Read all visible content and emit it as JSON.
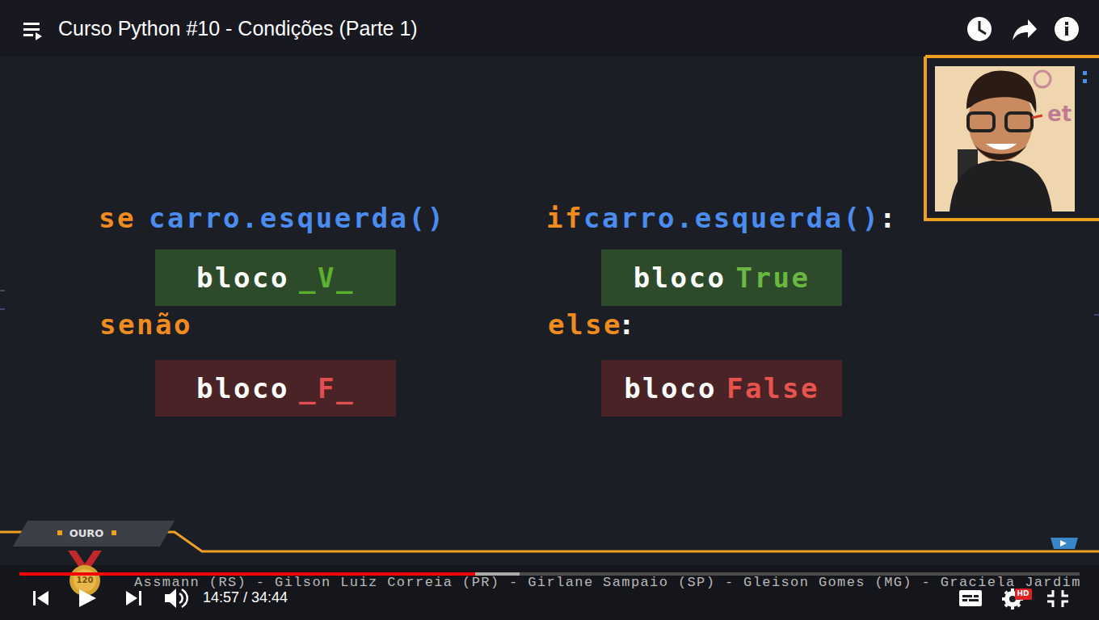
{
  "diagram": {
    "title": "Curso Python #10 - Condições (Parte 1)",
    "nodes": [
      {
        "text": [
          "bloco",
          "_V_"
        ]
      },
      {
        "text": [
          "bloco",
          "_F_"
        ]
      },
      {
        "text": [
          "bloco",
          "True"
        ]
      },
      {
        "text": [
          "bloco",
          "False"
        ]
      }
    ],
    "labels": [
      "se",
      "carro.esquerda()",
      "senão",
      "if",
      "carro.esquerda()",
      ":",
      "else",
      ":",
      "OURO",
      "120",
      "Assmann (RS) - Gilson Luiz Correia (PR) - Girlane Sampaio (SP) - Gleison Gomes (MG) - Graciela Jardim",
      "14:57 / 34:44",
      "HD"
    ]
  }
}
